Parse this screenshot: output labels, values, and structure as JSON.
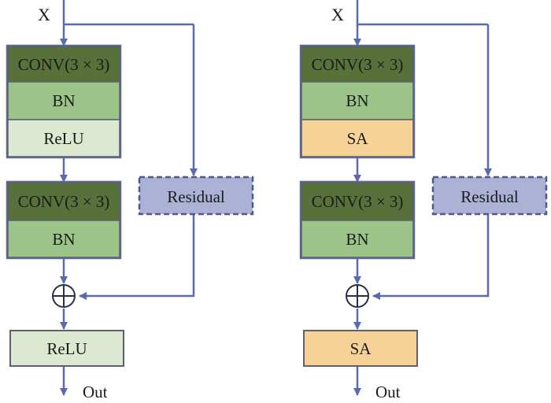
{
  "left": {
    "input_label": "X",
    "conv1_label": "CONV(3 × 3)",
    "bn1_label": "BN",
    "act1_label": "ReLU",
    "conv2_label": "CONV(3 × 3)",
    "bn2_label": "BN",
    "residual_label": "Residual",
    "act2_label": "ReLU",
    "output_label": "Out"
  },
  "right": {
    "input_label": "X",
    "conv1_label": "CONV(3 × 3)",
    "bn1_label": "BN",
    "act1_label": "SA",
    "conv2_label": "CONV(3 × 3)",
    "bn2_label": "BN",
    "residual_label": "Residual",
    "act2_label": "SA",
    "output_label": "Out"
  },
  "colors": {
    "conv_fill": "#58703a",
    "bn_fill": "#9cc488",
    "relu_fill": "#dde8d0",
    "sa_fill": "#f7d296",
    "residual_fill": "#abb2d6",
    "line": "#5b69ad",
    "block_border": "#5c5f70",
    "residual_border": "#4b5891",
    "conv_outer_border": "#5f6aa2"
  }
}
